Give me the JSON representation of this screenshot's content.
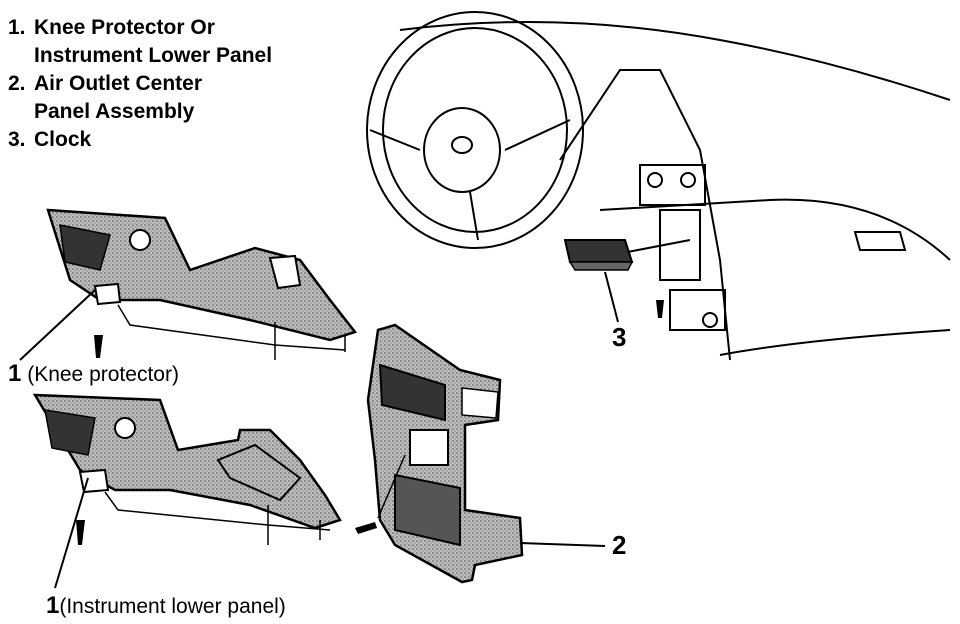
{
  "legend": {
    "items": [
      {
        "num": "1.",
        "lines": [
          "Knee Protector Or",
          "Instrument Lower Panel"
        ]
      },
      {
        "num": "2.",
        "lines": [
          "Air Outlet Center",
          "Panel Assembly"
        ]
      },
      {
        "num": "3.",
        "lines": [
          "Clock"
        ]
      }
    ]
  },
  "callouts": {
    "knee": {
      "num": "1",
      "text": "(Knee protector)"
    },
    "lower": {
      "num": "1",
      "text": "(Instrument lower panel)"
    },
    "panel": {
      "num": "2"
    },
    "clock": {
      "num": "3"
    }
  }
}
